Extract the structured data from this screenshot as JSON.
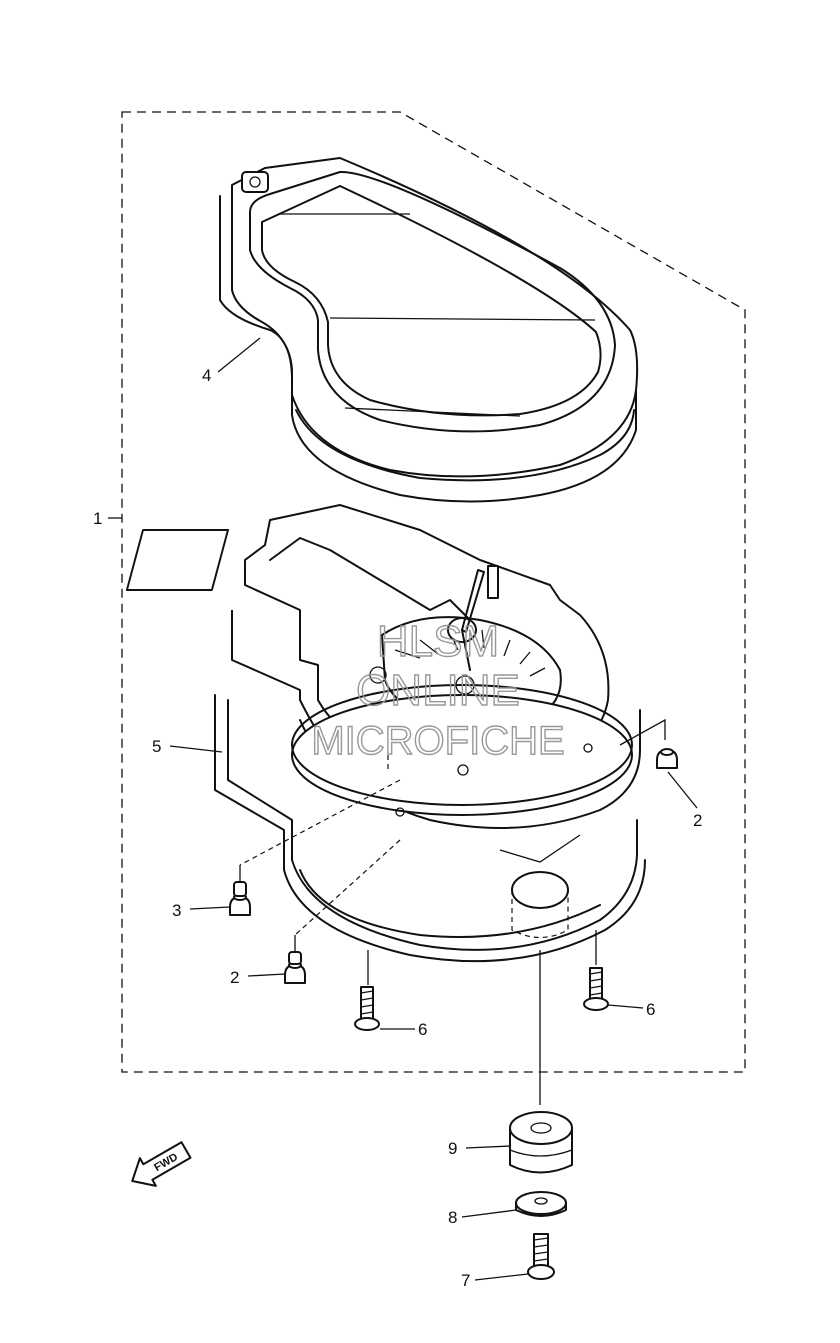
{
  "callouts": {
    "c1": "1",
    "c2a": "2",
    "c2b": "2",
    "c3": "3",
    "c4": "4",
    "c5": "5",
    "c6a": "6",
    "c6b": "6",
    "c7": "7",
    "c8": "8",
    "c9": "9"
  },
  "direction_arrow": {
    "label": "FWD",
    "icon": "arrow-up-left-icon"
  },
  "watermark": {
    "line1": "HLSM",
    "line2": "ONLINE",
    "line3": "MICROFICHE"
  }
}
